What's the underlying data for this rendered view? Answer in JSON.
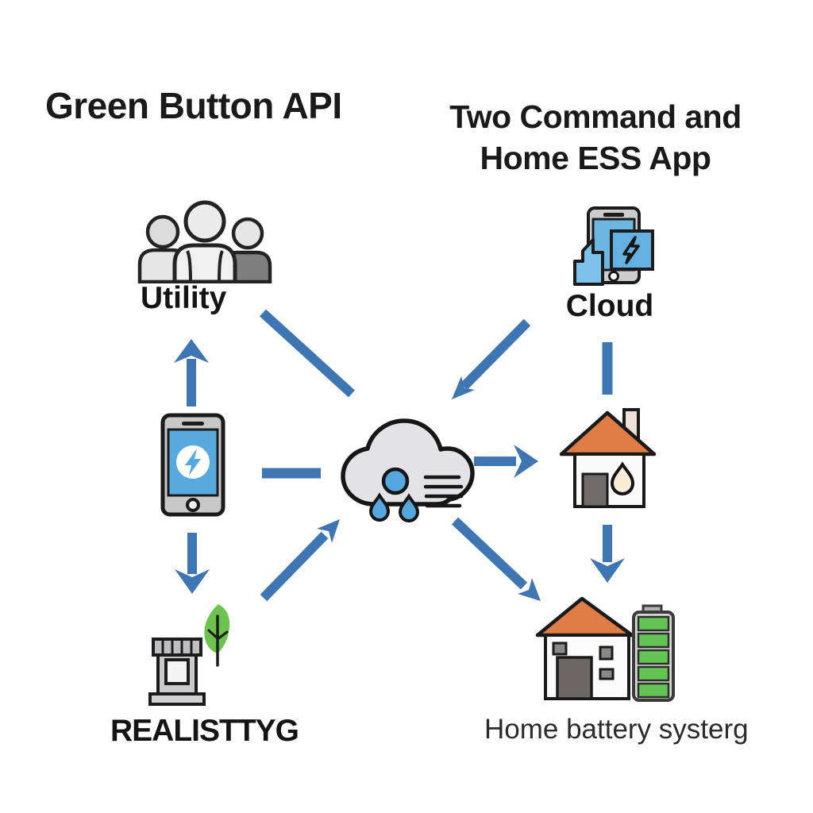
{
  "diagram": {
    "title_left": "Green Button API",
    "title_right_line1": "Two Command and",
    "title_right_line2": "Home ESS App",
    "labels": {
      "utility": "Utility",
      "cloud": "Cloud",
      "meter": "REALISTTYG",
      "home_battery": "Home battery systerg"
    },
    "icons": [
      "people-group-icon",
      "phone-energy-icon",
      "phone-lightning-icon",
      "rain-cloud-icon",
      "house-flame-icon",
      "meter-leaf-icon",
      "house-battery-icon"
    ],
    "connections": [
      {
        "from": "smart-phone",
        "to": "utility",
        "style": "arrow"
      },
      {
        "from": "utility",
        "to": "weather-cloud",
        "style": "line"
      },
      {
        "from": "cloud-app",
        "to": "weather-cloud",
        "style": "arrow"
      },
      {
        "from": "cloud-app",
        "to": "house",
        "style": "line"
      },
      {
        "from": "smart-phone",
        "to": "weather-cloud",
        "style": "line"
      },
      {
        "from": "weather-cloud",
        "to": "house",
        "style": "arrow"
      },
      {
        "from": "smart-phone",
        "to": "meter",
        "style": "arrow"
      },
      {
        "from": "meter",
        "to": "weather-cloud",
        "style": "arrow"
      },
      {
        "from": "weather-cloud",
        "to": "home-battery",
        "style": "arrow"
      },
      {
        "from": "house",
        "to": "home-battery",
        "style": "arrow"
      }
    ],
    "colors": {
      "arrow_blue": "#3d76b2",
      "screen_blue": "#58a9de",
      "drop_blue": "#54a7df",
      "cloud_gray": "#e3e3e5",
      "roof_orange": "#e07c46",
      "battery_green": "#63c353",
      "leaf_green": "#6cc44e",
      "text": "#1c1c1c"
    }
  }
}
